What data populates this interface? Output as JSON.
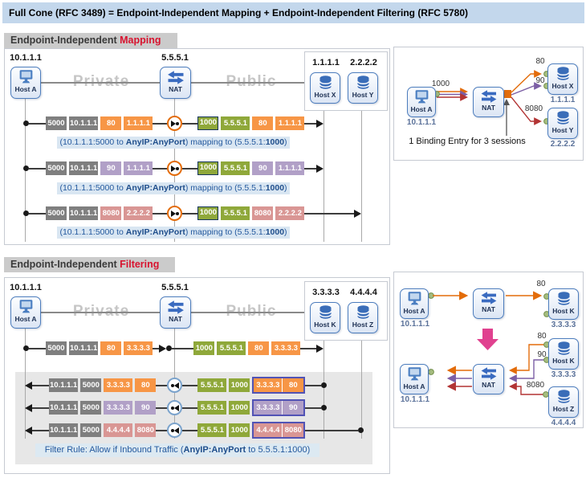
{
  "title": "Full Cone (RFC 3489) = Endpoint-Independent Mapping + Endpoint-Independent Filtering (RFC 5780)",
  "colors": {
    "accent_red": "#d8132f",
    "orange": "#f79646",
    "green": "#8fa83a",
    "purple": "#b1a0c7",
    "pink": "#d99694",
    "gray": "#7f7f7f",
    "caption_blue": "#24599e"
  },
  "mapping": {
    "header": {
      "plain": "Endpoint-Independent",
      "accent": "Mapping"
    },
    "zones": {
      "left": "Private",
      "right": "Public"
    },
    "hosts": {
      "a": {
        "name": "Host A",
        "ip": "10.1.1.1"
      },
      "nat": {
        "name": "NAT",
        "ip": "5.5.5.1"
      },
      "x": {
        "name": "Host X",
        "ip": "1.1.1.1"
      },
      "y": {
        "name": "Host Y",
        "ip": "2.2.2.2"
      }
    },
    "rows": [
      {
        "left": [
          {
            "t": "5000",
            "c": "gray",
            "k": "port"
          },
          {
            "t": "10.1.1.1",
            "c": "gray",
            "k": "ip"
          },
          {
            "t": "80",
            "c": "orange",
            "k": "port"
          },
          {
            "t": "1.1.1.1",
            "c": "orange",
            "k": "ip"
          }
        ],
        "right": [
          {
            "t": "1000",
            "c": "green",
            "k": "port",
            "b": true
          },
          {
            "t": "5.5.5.1",
            "c": "green",
            "k": "ip"
          },
          {
            "t": "80",
            "c": "orange",
            "k": "port"
          },
          {
            "t": "1.1.1.1",
            "c": "orange",
            "k": "ip"
          }
        ]
      },
      {
        "left": [
          {
            "t": "5000",
            "c": "gray",
            "k": "port"
          },
          {
            "t": "10.1.1.1",
            "c": "gray",
            "k": "ip"
          },
          {
            "t": "90",
            "c": "purple",
            "k": "port"
          },
          {
            "t": "1.1.1.1",
            "c": "purple",
            "k": "ip"
          }
        ],
        "right": [
          {
            "t": "1000",
            "c": "green",
            "k": "port",
            "b": true
          },
          {
            "t": "5.5.5.1",
            "c": "green",
            "k": "ip"
          },
          {
            "t": "90",
            "c": "purple",
            "k": "port"
          },
          {
            "t": "1.1.1.1",
            "c": "purple",
            "k": "ip"
          }
        ]
      },
      {
        "left": [
          {
            "t": "5000",
            "c": "gray",
            "k": "port"
          },
          {
            "t": "10.1.1.1",
            "c": "gray",
            "k": "ip"
          },
          {
            "t": "8080",
            "c": "pink",
            "k": "port"
          },
          {
            "t": "2.2.2.2",
            "c": "pink",
            "k": "ip"
          }
        ],
        "right": [
          {
            "t": "1000",
            "c": "green",
            "k": "port",
            "b": true
          },
          {
            "t": "5.5.5.1",
            "c": "green",
            "k": "ip"
          },
          {
            "t": "8080",
            "c": "pink",
            "k": "port"
          },
          {
            "t": "2.2.2.2",
            "c": "pink",
            "k": "ip"
          }
        ]
      }
    ],
    "caption": {
      "p1": "(10.1.1.1:5000 to ",
      "b1": "AnyIP:AnyPort",
      "p2": ") mapping to (5.5.5.1:",
      "b2": "1000",
      "p3": ")"
    },
    "panel": {
      "hosts": {
        "a": {
          "name": "Host A",
          "ip": "10.1.1.1"
        },
        "nat": {
          "name": "NAT"
        },
        "x": {
          "name": "Host X",
          "ip": "1.1.1.1"
        },
        "y": {
          "name": "Host Y",
          "ip": "2.2.2.2"
        }
      },
      "port_label": "1000",
      "ports": {
        "x80": "80",
        "x90": "90",
        "y8080": "8080"
      },
      "note": "1 Binding Entry for 3 sessions"
    }
  },
  "filtering": {
    "header": {
      "plain": "Endpoint-Independent",
      "accent": "Filtering"
    },
    "zones": {
      "left": "Private",
      "right": "Public"
    },
    "hosts": {
      "a": {
        "name": "Host A",
        "ip": "10.1.1.1"
      },
      "nat": {
        "name": "NAT",
        "ip": "5.5.5.1"
      },
      "k": {
        "name": "Host K",
        "ip": "3.3.3.3"
      },
      "z": {
        "name": "Host Z",
        "ip": "4.4.4.4"
      }
    },
    "outbound_row": {
      "left": [
        {
          "t": "5000",
          "c": "gray",
          "k": "port"
        },
        {
          "t": "10.1.1.1",
          "c": "gray",
          "k": "ip"
        },
        {
          "t": "80",
          "c": "orange",
          "k": "port"
        },
        {
          "t": "3.3.3.3",
          "c": "orange",
          "k": "ip"
        }
      ],
      "right": [
        {
          "t": "1000",
          "c": "green",
          "k": "port"
        },
        {
          "t": "5.5.5.1",
          "c": "green",
          "k": "ip"
        },
        {
          "t": "80",
          "c": "orange",
          "k": "port"
        },
        {
          "t": "3.3.3.3",
          "c": "orange",
          "k": "ip"
        }
      ]
    },
    "inbound_rows": [
      {
        "left": [
          {
            "t": "10.1.1.1",
            "c": "gray",
            "k": "ip"
          },
          {
            "t": "5000",
            "c": "gray",
            "k": "port"
          },
          {
            "t": "3.3.3.3",
            "c": "orange",
            "k": "ip"
          },
          {
            "t": "80",
            "c": "orange",
            "k": "port"
          }
        ],
        "right": [
          {
            "t": "5.5.5.1",
            "c": "green",
            "k": "ip"
          },
          {
            "t": "1000",
            "c": "green",
            "k": "port"
          },
          {
            "pair": [
              {
                "t": "3.3.3.3",
                "c": "orange",
                "k": "ip"
              },
              {
                "t": "80",
                "c": "orange",
                "k": "port"
              }
            ]
          }
        ]
      },
      {
        "left": [
          {
            "t": "10.1.1.1",
            "c": "gray",
            "k": "ip"
          },
          {
            "t": "5000",
            "c": "gray",
            "k": "port"
          },
          {
            "t": "3.3.3.3",
            "c": "purple",
            "k": "ip"
          },
          {
            "t": "90",
            "c": "purple",
            "k": "port"
          }
        ],
        "right": [
          {
            "t": "5.5.5.1",
            "c": "green",
            "k": "ip"
          },
          {
            "t": "1000",
            "c": "green",
            "k": "port"
          },
          {
            "pair": [
              {
                "t": "3.3.3.3",
                "c": "purple",
                "k": "ip"
              },
              {
                "t": "90",
                "c": "purple",
                "k": "port"
              }
            ]
          }
        ]
      },
      {
        "left": [
          {
            "t": "10.1.1.1",
            "c": "gray",
            "k": "ip"
          },
          {
            "t": "5000",
            "c": "gray",
            "k": "port"
          },
          {
            "t": "4.4.4.4",
            "c": "pink",
            "k": "ip"
          },
          {
            "t": "8080",
            "c": "pink",
            "k": "port"
          }
        ],
        "right": [
          {
            "t": "5.5.5.1",
            "c": "green",
            "k": "ip"
          },
          {
            "t": "1000",
            "c": "green",
            "k": "port"
          },
          {
            "pair": [
              {
                "t": "4.4.4.4",
                "c": "pink",
                "k": "ip"
              },
              {
                "t": "8080",
                "c": "pink",
                "k": "port"
              }
            ]
          }
        ]
      }
    ],
    "caption": {
      "p1": "Filter Rule: Allow if Inbound Traffic (",
      "b1": "AnyIP:AnyPort",
      "p2": " to 5.5.5.1:1000)"
    },
    "panel": {
      "hosts": {
        "a": {
          "name": "Host A",
          "ip": "10.1.1.1"
        },
        "nat": {
          "name": "NAT"
        },
        "k": {
          "name": "Host K",
          "ip": "3.3.3.3"
        },
        "z": {
          "name": "Host Z",
          "ip": "4.4.4.4"
        }
      },
      "ports": {
        "top80": "80",
        "k80": "80",
        "k90": "90",
        "z8080": "8080"
      }
    }
  }
}
